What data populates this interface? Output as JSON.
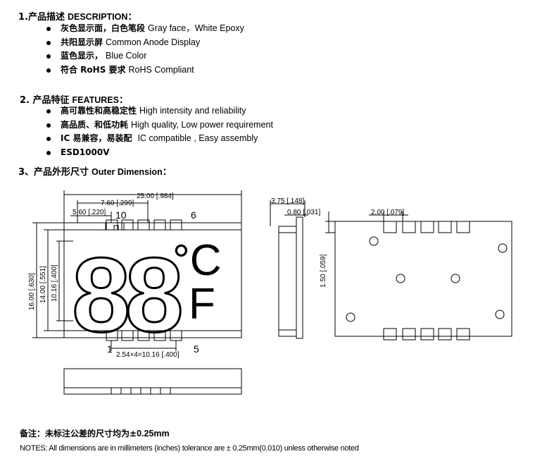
{
  "description": {
    "heading_zh": "1.产品描述",
    "heading_en": "DESCRIPTION",
    "heading_colon": "：",
    "items": [
      {
        "zh": "灰色显示面，白色笔段",
        "en": "Gray face，White Epoxy"
      },
      {
        "zh": "共阳显示屏",
        "en": "Common Anode Display"
      },
      {
        "zh": "蓝色显示，",
        "en": "Blue Color"
      },
      {
        "zh": "符合 RoHS 要求",
        "en": "RoHS Compliant"
      }
    ]
  },
  "features": {
    "heading_zh": "2. 产品特征",
    "heading_en": "FEATURES",
    "heading_colon": "：",
    "items": [
      {
        "zh": "高可靠性和高稳定性",
        "en": "High intensity and reliability"
      },
      {
        "zh": "高品质、和低功耗",
        "en": "High quality, Low power requirement"
      },
      {
        "zh": "IC 易兼容，易装配",
        "en": "IC compatible , Easy assembly"
      },
      {
        "zh": "ESD1000V",
        "en": ""
      }
    ]
  },
  "outer": {
    "heading_zh": "3、产品外形尺寸",
    "heading_en": "Outer Dimension",
    "heading_colon": "："
  },
  "drawing": {
    "dim_25": "25.00 [.984]",
    "dim_760": "7.60 [.299]",
    "dim_560": "5.60 [.220]",
    "pin_10": "10",
    "pin_6": "6",
    "pin_1": "1",
    "pin_5": "5",
    "dim_1600": "16.00 [.630]",
    "dim_1400": "14.00 [.551]",
    "dim_1016v": "10.16 [.400]",
    "dim_pitch": "2.54×4=10.16 [.400]",
    "digits": "88",
    "unit_c": "°C",
    "unit_f": "F",
    "dim_375": "3.75 [.148]",
    "dim_080": "0.80 [.031]",
    "dim_200": "2.00 [.079]",
    "dim_150": "1.50 [.059]"
  },
  "notes": {
    "zh_label": "备注：未标注公差的尺寸均为±",
    "zh_value": "0.25mm",
    "en": "NOTES: All dimensions are in millimeters (inches) tolerance are ± 0.25mm(0.010) unless otherwise noted"
  }
}
